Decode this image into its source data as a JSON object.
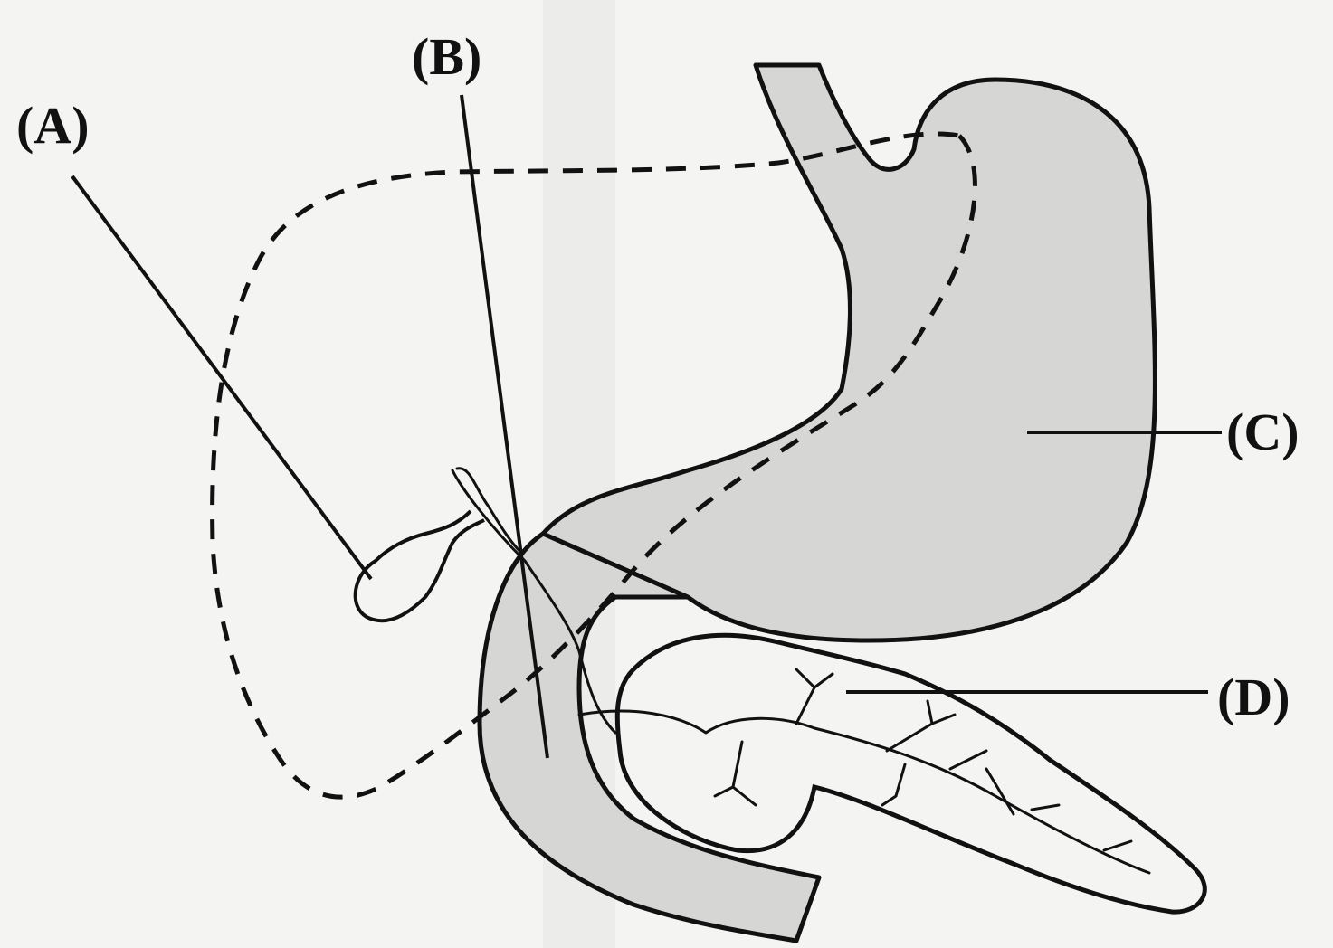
{
  "diagram": {
    "labels": {
      "a": "(A)",
      "b": "(B)",
      "c": "(C)",
      "d": "(D)"
    },
    "colors": {
      "ink": "#111111",
      "organ_fill": "#d6d6d4",
      "background": "#f4f4f3"
    }
  }
}
